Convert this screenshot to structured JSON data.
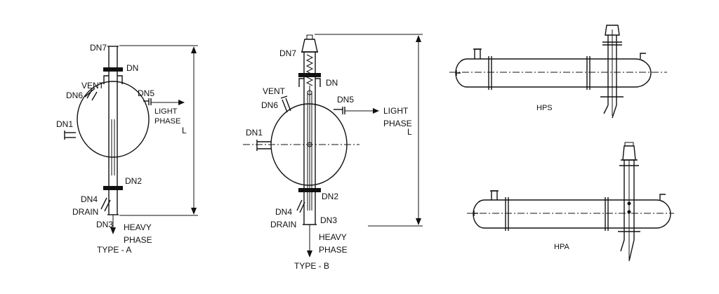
{
  "type_a": {
    "dn7": "DN7",
    "dn": "DN",
    "vent": "VENT",
    "dn6": "DN6",
    "dn5": "DN5",
    "light": "LIGHT",
    "phase_light": "PHASE",
    "dn1": "DN1",
    "l": "L",
    "dn4": "DN4",
    "drain": "DRAIN",
    "dn2": "DN2",
    "dn3": "DN3",
    "heavy": "HEAVY",
    "phase_heavy": "PHASE",
    "caption": "TYPE - A"
  },
  "type_b": {
    "dn7": "DN7",
    "dn": "DN",
    "vent": "VENT",
    "dn6": "DN6",
    "dn5": "DN5",
    "light": "LIGHT",
    "phase_light": "PHASE",
    "dn1": "DN1",
    "l": "L",
    "dn2": "DN2",
    "dn4": "DN4",
    "drain": "DRAIN",
    "dn3": "DN3",
    "heavy": "HEAVY",
    "phase_heavy": "PHASE",
    "caption": "TYPE - B"
  },
  "hps": {
    "caption": "HPS"
  },
  "hpa": {
    "caption": "HPA"
  }
}
